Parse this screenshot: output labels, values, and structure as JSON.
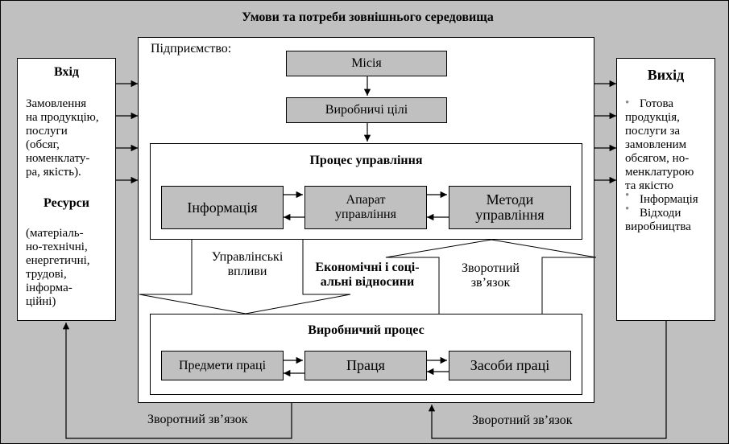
{
  "title": "Умови та потреби зовнішнього середовища",
  "enterprise_label": "Підприємство:",
  "input": {
    "heading": "Вхід",
    "orders_lines": [
      "Замовлення",
      "на продукцію,",
      "послуги",
      "(обсяг,",
      "номенклату-",
      "ра, якість)."
    ],
    "resources_heading": "Ресурси",
    "resources_lines": [
      "(матеріаль-",
      "но-технічні,",
      "енергетичні,",
      "трудові,",
      "інформа-",
      "ційні)"
    ]
  },
  "output": {
    "heading": "Вихід",
    "items": [
      [
        "Готова",
        "продукція,",
        "послуги за",
        "замовленим",
        "обсягом, но-",
        "менклатурою",
        "та якістю"
      ],
      [
        "Інформація"
      ],
      [
        "Відходи",
        "виробництва"
      ]
    ]
  },
  "mission": "Місія",
  "goals": "Виробничі цілі",
  "management": {
    "heading": "Процес управління",
    "information": "Інформація",
    "apparatus": [
      "Апарат",
      "управління"
    ],
    "methods": [
      "Методи",
      "управління"
    ]
  },
  "control_influence": [
    "Управлінські",
    "впливи"
  ],
  "relations": [
    "Економічні і соці-",
    "альні відносини"
  ],
  "feedback_inner": [
    "Зворотний",
    "зв’язок"
  ],
  "production": {
    "heading": "Виробничий процес",
    "objects": "Предмети праці",
    "labour": "Праця",
    "means": "Засоби праці"
  },
  "feedback_bottom_left": "Зворотний зв’язок",
  "feedback_bottom_right": "Зворотний зв’язок"
}
